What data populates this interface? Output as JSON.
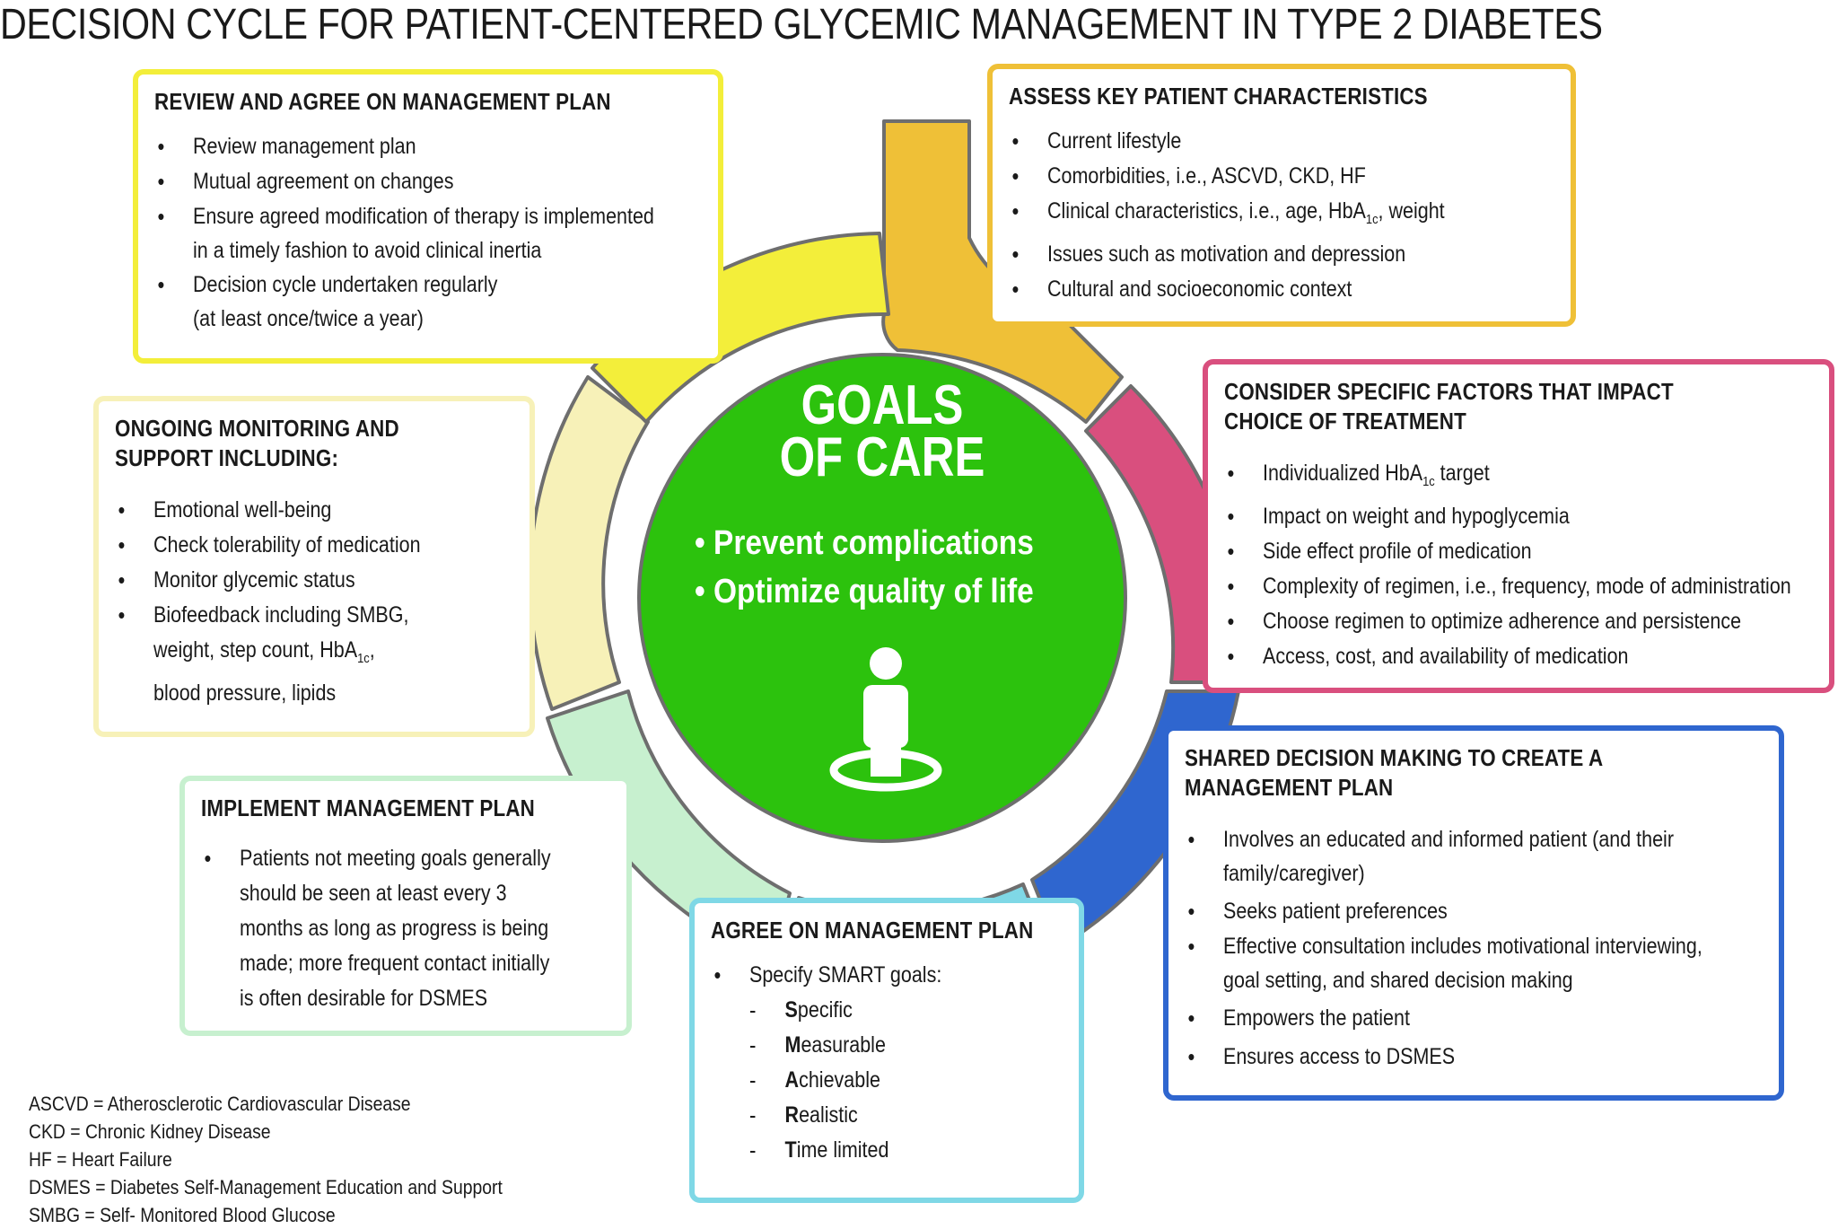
{
  "title": "DECISION CYCLE FOR PATIENT-CENTERED GLYCEMIC MANAGEMENT IN TYPE 2 DIABETES",
  "colors": {
    "review": "#f3ee3a",
    "assess": "#efc037",
    "consider": "#d94f7e",
    "shared": "#2f66cf",
    "agree": "#7fd8e6",
    "implement": "#c7f0cf",
    "monitor": "#f7f1b8",
    "center": "#2cc20d"
  },
  "center": {
    "heading_1": "GOALS",
    "heading_2": "OF CARE",
    "bullet_1": "Prevent complications",
    "bullet_2": "Optimize quality of life",
    "icon": "person-on-target-icon"
  },
  "boxes": {
    "review": {
      "title": "REVIEW AND AGREE ON MANAGEMENT PLAN",
      "items": [
        "Review management plan",
        "Mutual agreement on changes",
        "Ensure agreed modification of therapy is implemented",
        "in a timely fashion to avoid clinical inertia",
        "Decision cycle undertaken regularly",
        "(at least once/twice a year)"
      ]
    },
    "assess": {
      "title": "ASSESS KEY PATIENT CHARACTERISTICS",
      "items": [
        "Current lifestyle",
        "Comorbidities, i.e., ASCVD, CKD, HF",
        "Clinical characteristics, i.e., age, HbA",
        "1c",
        ", weight",
        "Issues such as motivation and depression",
        "Cultural and socioeconomic context"
      ]
    },
    "consider": {
      "title_1": "CONSIDER SPECIFIC FACTORS THAT IMPACT",
      "title_2": "CHOICE OF TREATMENT",
      "items": [
        "Individualized HbA",
        "1c",
        " target",
        "Impact on weight and hypoglycemia",
        "Side effect profile of medication",
        "Complexity of regimen, i.e., frequency, mode of administration",
        "Choose regimen to optimize adherence and persistence",
        "Access, cost, and availability of medication"
      ]
    },
    "shared": {
      "title_1": "SHARED DECISION MAKING TO CREATE A",
      "title_2": "MANAGEMENT PLAN",
      "items": [
        "Involves an educated and informed patient (and their",
        "family/caregiver)",
        "Seeks patient preferences",
        "Effective consultation includes motivational interviewing,",
        "goal setting, and shared decision making",
        "Empowers the patient",
        "Ensures access to DSMES"
      ]
    },
    "agree": {
      "title": "AGREE ON MANAGEMENT PLAN",
      "items": [
        "Specify SMART goals:"
      ],
      "smart": [
        {
          "letter": "S",
          "rest": "pecific"
        },
        {
          "letter": "M",
          "rest": "easurable"
        },
        {
          "letter": "A",
          "rest": "chievable"
        },
        {
          "letter": "R",
          "rest": "ealistic"
        },
        {
          "letter": "T",
          "rest": "ime limited"
        }
      ]
    },
    "implement": {
      "title": "IMPLEMENT MANAGEMENT PLAN",
      "items": [
        "Patients not meeting goals generally",
        "should be seen at least every 3",
        "months as long as progress is being",
        "made; more frequent contact initially",
        "is often desirable for DSMES"
      ]
    },
    "monitor": {
      "title_1": "ONGOING MONITORING AND",
      "title_2": "SUPPORT INCLUDING:",
      "items": [
        "Emotional well-being",
        "Check tolerability of medication",
        "Monitor glycemic status",
        "Biofeedback including SMBG,",
        "weight, step count, HbA",
        "1c",
        ",",
        "blood pressure, lipids"
      ]
    }
  },
  "legend": [
    "ASCVD = Atherosclerotic Cardiovascular Disease",
    "CKD = Chronic Kidney Disease",
    "HF = Heart Failure",
    "DSMES = Diabetes Self-Management Education and Support",
    "SMBG = Self- Monitored Blood Glucose"
  ]
}
